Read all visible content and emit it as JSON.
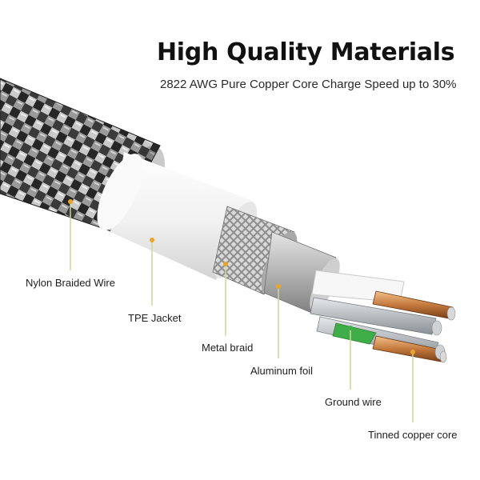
{
  "header": {
    "title": "High Quality Materials",
    "subtitle": "2822 AWG Pure Copper Core Charge Speed up to 30%"
  },
  "labels": {
    "nylon": "Nylon Braided Wire",
    "tpe": "TPE Jacket",
    "metal_braid": "Metal braid",
    "aluminum_foil": "Aluminum foil",
    "ground_wire": "Ground wire",
    "tinned_core": "Tinned copper core"
  },
  "colors": {
    "leader_line": "#c8d79a",
    "leader_dot": "#e8a62a",
    "nylon_dark": "#2b2b2b",
    "nylon_light": "#bdbdbd",
    "tpe_jacket": "#f3f3f3",
    "metal_braid": "#a9a9a9",
    "aluminum_foil": "#b9b9b9",
    "ground_wire": "#9aa0a6",
    "copper": "#c47a3e",
    "green_wire": "#3fae49"
  }
}
